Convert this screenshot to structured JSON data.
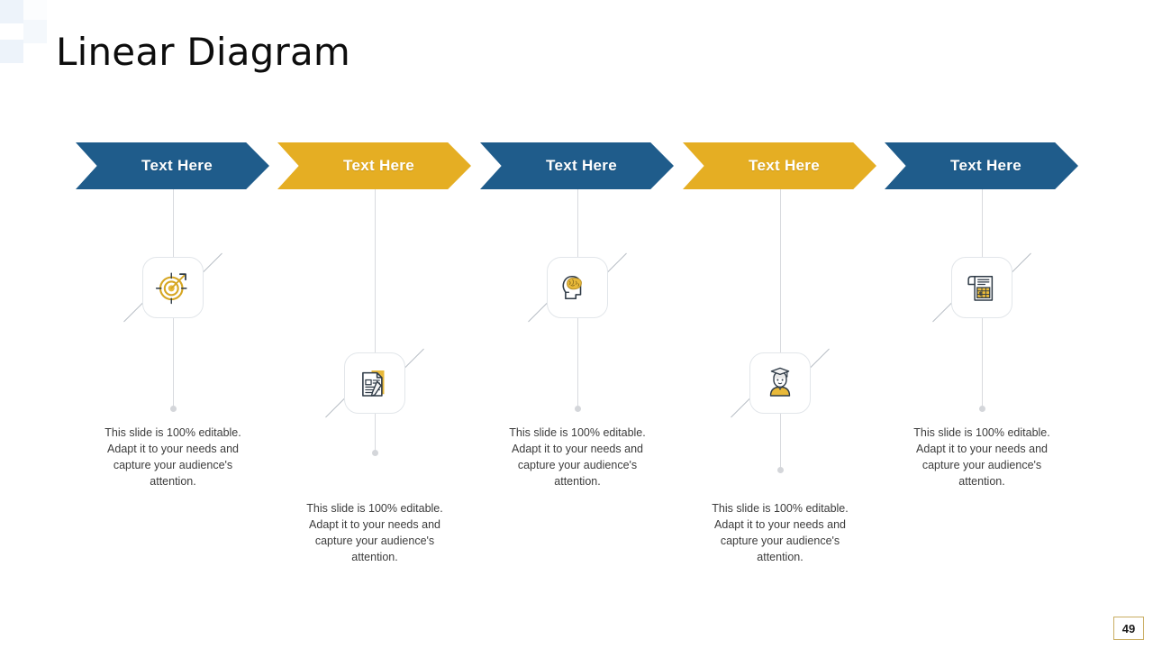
{
  "slide": {
    "title": "Linear Diagram",
    "page_number": "49",
    "description_text": "This slide is 100% editable. Adapt it to your needs and capture your audience's attention.",
    "colors": {
      "blue": "#1F5C8B",
      "yellow": "#E5AE23",
      "title": "#0D0D0D",
      "body_text": "#3C3C3C",
      "connector": "#D8DADE",
      "icon_border": "#E2E6EA",
      "corner_accent": "#B9BFC6",
      "page_border": "#C9AD62",
      "checker_light": "#EDF3FA"
    }
  },
  "steps": [
    {
      "label": "Text Here",
      "color": "#1F5C8B",
      "icon": "target-arrow-icon",
      "position": "up",
      "description": "This slide is 100% editable. Adapt it to your needs and capture your audience's attention."
    },
    {
      "label": "Text Here",
      "color": "#E5AE23",
      "icon": "document-pencil-icon",
      "position": "down",
      "description": "This slide is 100% editable. Adapt it to your needs and capture your audience's attention."
    },
    {
      "label": "Text Here",
      "color": "#1F5C8B",
      "icon": "head-brain-icon",
      "position": "up",
      "description": "This slide is 100% editable. Adapt it to your needs and capture your audience's attention."
    },
    {
      "label": "Text Here",
      "color": "#E5AE23",
      "icon": "graduate-person-icon",
      "position": "down",
      "description": "This slide is 100% editable. Adapt it to your needs and capture your audience's attention."
    },
    {
      "label": "Text Here",
      "color": "#1F5C8B",
      "icon": "invoice-table-icon",
      "position": "up",
      "description": "This slide is 100% editable. Adapt it to your needs and capture your audience's attention."
    }
  ]
}
